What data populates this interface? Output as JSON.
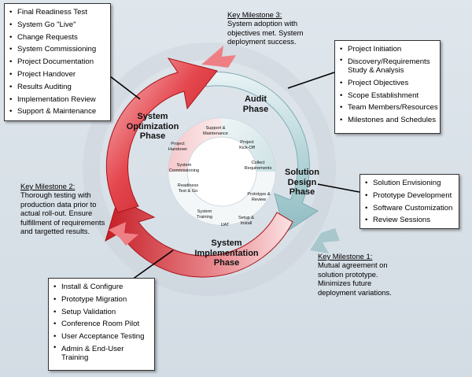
{
  "colors": {
    "red": "#d8242d",
    "red_light": "#f3b6b9",
    "teal": "#a9cdd2",
    "teal_light": "#e2eff1",
    "background": "#dfe6ec"
  },
  "phases": {
    "audit": "Audit Phase",
    "solution_design": "Solution Design Phase",
    "implementation": "System Implementation Phase",
    "optimization": "System Optimization Phase"
  },
  "inner_steps": {
    "support": "Support & Maintenance",
    "kickoff": "Project Kick-Off",
    "handover": "Project Handover",
    "collect": "Collect Requirements",
    "commissioning": "System Commissioning",
    "readiness": "Readiness Test & Go",
    "prototype": "Prototype & Review",
    "training": "System Training",
    "uat": "UAT",
    "setup": "Setup & Install"
  },
  "milestones": {
    "m3": {
      "title": "Key Milestone 3:",
      "text": "System adoption with objectives met. System deployment success."
    },
    "m2": {
      "title": "Key Milestone 2:",
      "text": "Thorough testing with production data prior to actual roll-out. Ensure fulfillment of requirements and targetted results."
    },
    "m1": {
      "title": "Key Milestone 1:",
      "text": "Mutual agreement on solution prototype. Minimizes future deployment variations."
    }
  },
  "lists": {
    "optimization_tasks": [
      "Final Readiness Test",
      "System Go \"Live\"",
      "Change Requests",
      "System Commissioning",
      "Project Documentation",
      "Project Handover",
      "Results Auditing",
      "Implementation Review",
      "Support & Maintenance"
    ],
    "audit_tasks": [
      "Project Initiation",
      "Discovery/Requirements Study & Analysis",
      "Project Objectives",
      "Scope Establishment",
      "Team Members/Resources",
      "Milestones and Schedules"
    ],
    "design_tasks": [
      "Solution Envisioning",
      "Prototype Development",
      "Software Customization",
      "Review Sessions"
    ],
    "implementation_tasks": [
      "Install & Configure",
      "Prototype Migration",
      "Setup Validation",
      "Conference Room Pilot",
      "User Acceptance Testing",
      "Admin & End-User Training"
    ]
  }
}
